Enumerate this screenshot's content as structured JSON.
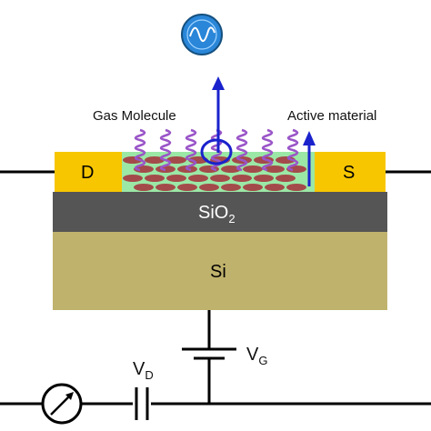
{
  "labels": {
    "gas_molecule": "Gas Molecule",
    "active_material": "Active material",
    "drain": "D",
    "source": "S",
    "oxide_base": "SiO",
    "oxide_sub": "2",
    "substrate": "Si",
    "gate_voltage_base": "V",
    "gate_voltage_sub": "G",
    "drain_voltage_base": "V",
    "drain_voltage_sub": "D"
  },
  "colors": {
    "electrode": "#f7c600",
    "oxide": "#555555",
    "substrate": "#bfb26c",
    "active_layer": "#9be8a6",
    "flake": "#a44a4a",
    "gas_chain": "#9a55c8",
    "arrow": "#1a22cc",
    "wire": "#000000",
    "logo": "#2a86d8"
  },
  "icons": {
    "logo": "sensor-logo-icon",
    "ammeter": "ammeter-icon",
    "gate_source": "battery-icon",
    "drain_source": "capacitor-icon"
  }
}
